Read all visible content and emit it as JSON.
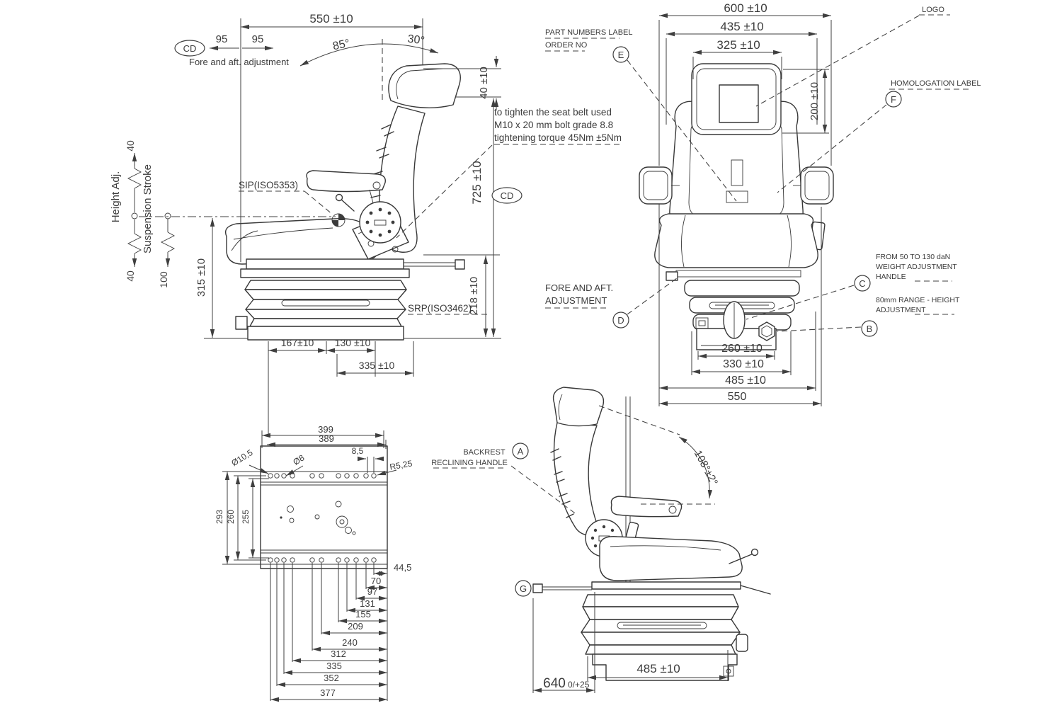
{
  "side_view": {
    "dim_550": "550 ±10",
    "cd_label": "CD",
    "dim_95_left": "95",
    "dim_95_right": "95",
    "fore_aft_note": "Fore and aft. adjustment",
    "angle_85": "85°",
    "angle_30": "30°",
    "dim_40_10": "40 ±10",
    "dim_725": "725 ±10",
    "cd_label_2": "CD",
    "height_adj_label": "Height Adj.",
    "height_adj_top": "40",
    "height_adj_bottom": "40",
    "suspension_stroke_label": "Suspension Stroke",
    "suspension_stroke_value": "100",
    "dim_315": "315 ±10",
    "sip_label": "SIP(ISO5353)",
    "srp_label": "SRP(ISO3462)",
    "dim_218": "218 ±10",
    "dim_167": "167±10",
    "dim_130": "130 ±10",
    "dim_335": "335 ±10",
    "belt_note_line1": "to tighten the seat belt used",
    "belt_note_line2": "M10 x 20 mm bolt grade 8.8",
    "belt_note_line3": "tightening torque 45Nm ±5Nm"
  },
  "front_view": {
    "dim_600": "600 ±10",
    "dim_435": "435 ±10",
    "dim_325": "325 ±10",
    "dim_200": "200 ±10",
    "logo_label": "LOGO",
    "part_numbers_line1": "PART NUMBERS LABEL",
    "part_numbers_line2": "ORDER NO",
    "balloon_e": "E",
    "homologation_label": "HOMOLOGATION LABEL",
    "balloon_f": "F",
    "fore_aft_line1": "FORE AND AFT.",
    "fore_aft_line2": "ADJUSTMENT",
    "balloon_d": "D",
    "weight_adj_line1": "FROM 50 TO 130 daN",
    "weight_adj_line2": "WEIGHT ADJUSTMENT",
    "weight_adj_line3": "HANDLE",
    "balloon_c": "C",
    "height_adj_line1": "80mm RANGE - HEIGHT",
    "height_adj_line2": "ADJUSTMENT",
    "balloon_b": "B",
    "dim_260": "260 ±10",
    "dim_330": "330 ±10",
    "dim_485": "485 ±10",
    "dim_550": "550"
  },
  "plate_view": {
    "dim_399": "399",
    "dim_389": "389",
    "dim_8_5": "8,5",
    "dia_10_5": "Ø10,5",
    "dia_8": "Ø8",
    "radius_5_25": "R5,25",
    "dim_293": "293",
    "dim_260": "260",
    "dim_255": "255",
    "dim_44_5": "44,5",
    "dim_70": "70",
    "dim_97": "97",
    "dim_131": "131",
    "dim_155": "155",
    "dim_209": "209",
    "dim_240": "240",
    "dim_312": "312",
    "dim_335": "335",
    "dim_352": "352",
    "dim_377": "377"
  },
  "side_view_2": {
    "backrest_line1": "BACKREST",
    "backrest_line2": "RECLINING HANDLE",
    "balloon_a": "A",
    "angle_108": "108°±2°",
    "balloon_g": "G",
    "dim_485": "485 ±10",
    "dim_640": "640",
    "dim_640_tol": "0/+25"
  },
  "colors": {
    "line": "#3f3f3f",
    "background": "#ffffff"
  }
}
